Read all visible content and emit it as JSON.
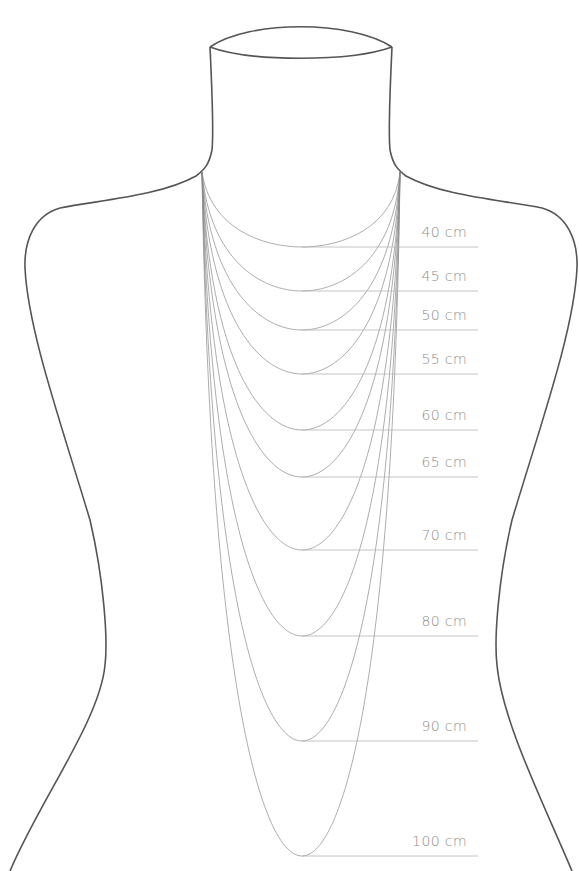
{
  "diagram": {
    "labels": [
      "40 cm",
      "45 cm",
      "50 cm",
      "55 cm",
      "60 cm",
      "65 cm",
      "70 cm",
      "80 cm",
      "90 cm",
      "100 cm"
    ]
  }
}
